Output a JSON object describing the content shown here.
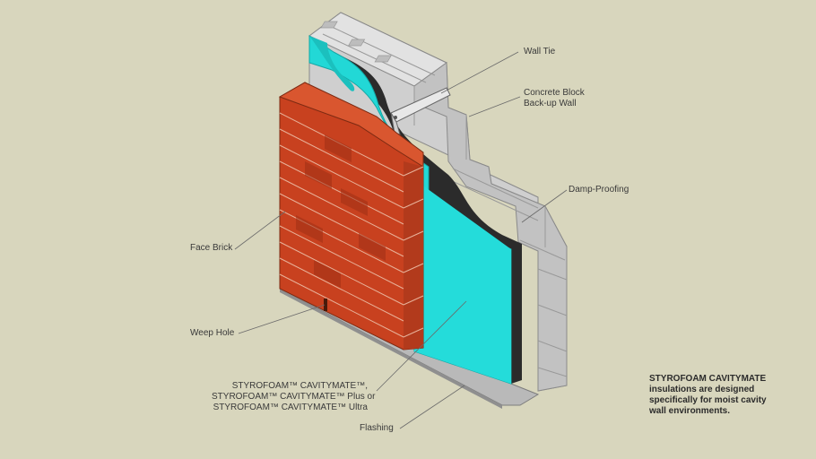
{
  "labels": {
    "wall_tie": "Wall Tie",
    "concrete_block": [
      "Concrete Block",
      "Back-up Wall"
    ],
    "damp_proofing": "Damp-Proofing",
    "face_brick": "Face Brick",
    "weep_hole": "Weep Hole",
    "insulation": [
      "STYROFOAM™ CAVITYMATE™,",
      "STYROFOAM™ CAVITYMATE™ Plus or",
      "STYROFOAM™ CAVITYMATE™ Ultra"
    ],
    "flashing": "Flashing"
  },
  "note": {
    "title": "STYROFOAM CAVITYMATE",
    "body": [
      "insulations are designed",
      "specifically for moist cavity",
      "wall environments."
    ]
  },
  "colors": {
    "background": "#d8d6bd",
    "insulation": "#22d8d6",
    "damp_proofing": "#2a2a2a",
    "brick": "#c8411f",
    "concrete": "#cfcfcf",
    "flashing": "#b9b9b9"
  }
}
